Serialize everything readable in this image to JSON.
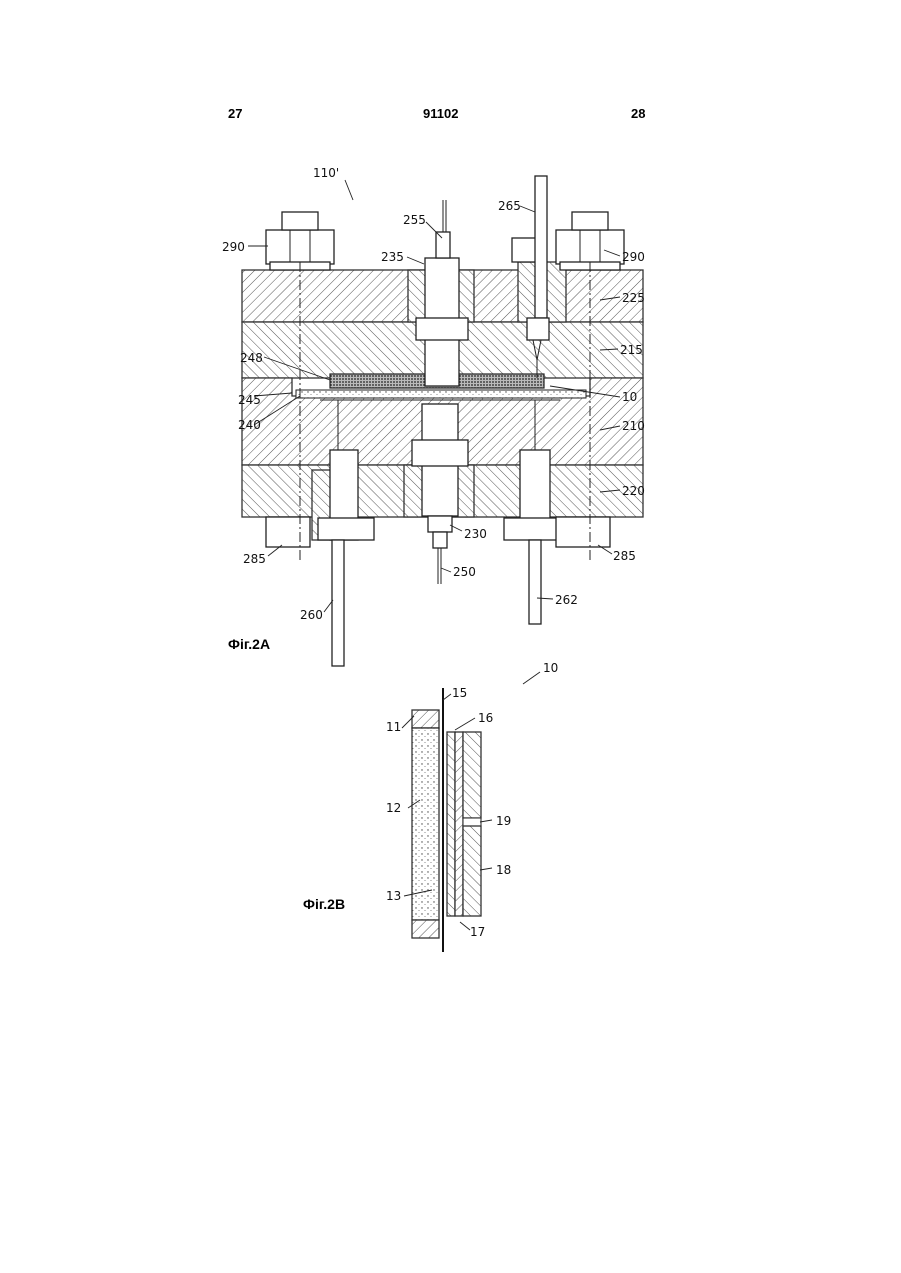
{
  "header": {
    "page_left": "27",
    "doc_number": "91102",
    "page_right": "28"
  },
  "figure_2a": {
    "label": "Фіг.2А",
    "refs": {
      "r110": "110'",
      "r255": "255",
      "r265": "265",
      "r290a": "290",
      "r290b": "290",
      "r235": "235",
      "r225": "225",
      "r215": "215",
      "r248": "248",
      "r10": "10",
      "r245": "245",
      "r240": "240",
      "r210": "210",
      "r220": "220",
      "r230": "230",
      "r285a": "285",
      "r285b": "285",
      "r250": "250",
      "r262": "262",
      "r260": "260"
    }
  },
  "figure_2b": {
    "label": "Фіг.2В",
    "refs": {
      "r10": "10",
      "r15": "15",
      "r16": "16",
      "r11": "11",
      "r12": "12",
      "r19": "19",
      "r18": "18",
      "r13": "13",
      "r17": "17"
    }
  }
}
